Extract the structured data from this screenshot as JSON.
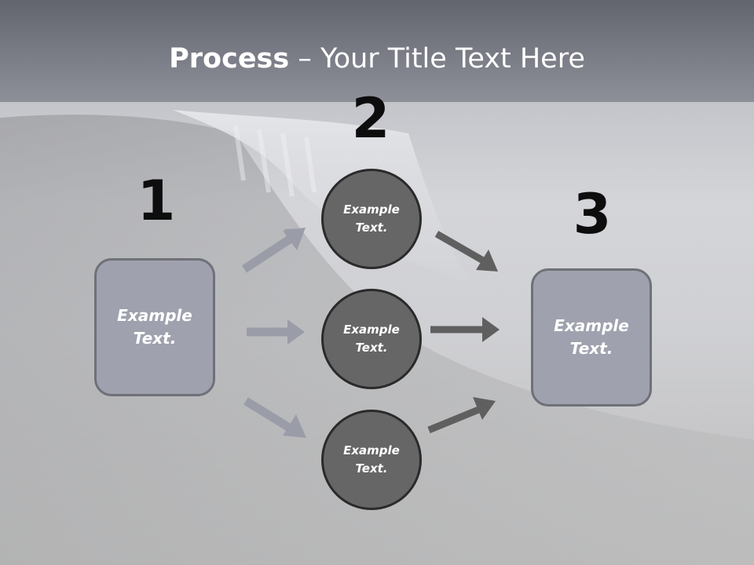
{
  "slide": {
    "title_bold": "Process",
    "title_rest": " – Your Title Text Here"
  },
  "steps": [
    {
      "number": "1",
      "box_text": "Example Text."
    },
    {
      "number": "2"
    },
    {
      "number": "3",
      "box_text": "Example Text."
    }
  ],
  "circles": [
    {
      "text": "Example Text."
    },
    {
      "text": "Example Text."
    },
    {
      "text": "Example Text."
    }
  ],
  "colors": {
    "header": "#6c6e78",
    "box_fill": "#9fa2ae",
    "circle_fill": "#666666",
    "arrow_light": "#9a9da8",
    "arrow_dark": "#5f5f5f",
    "number_text": "#0d0d0d"
  }
}
